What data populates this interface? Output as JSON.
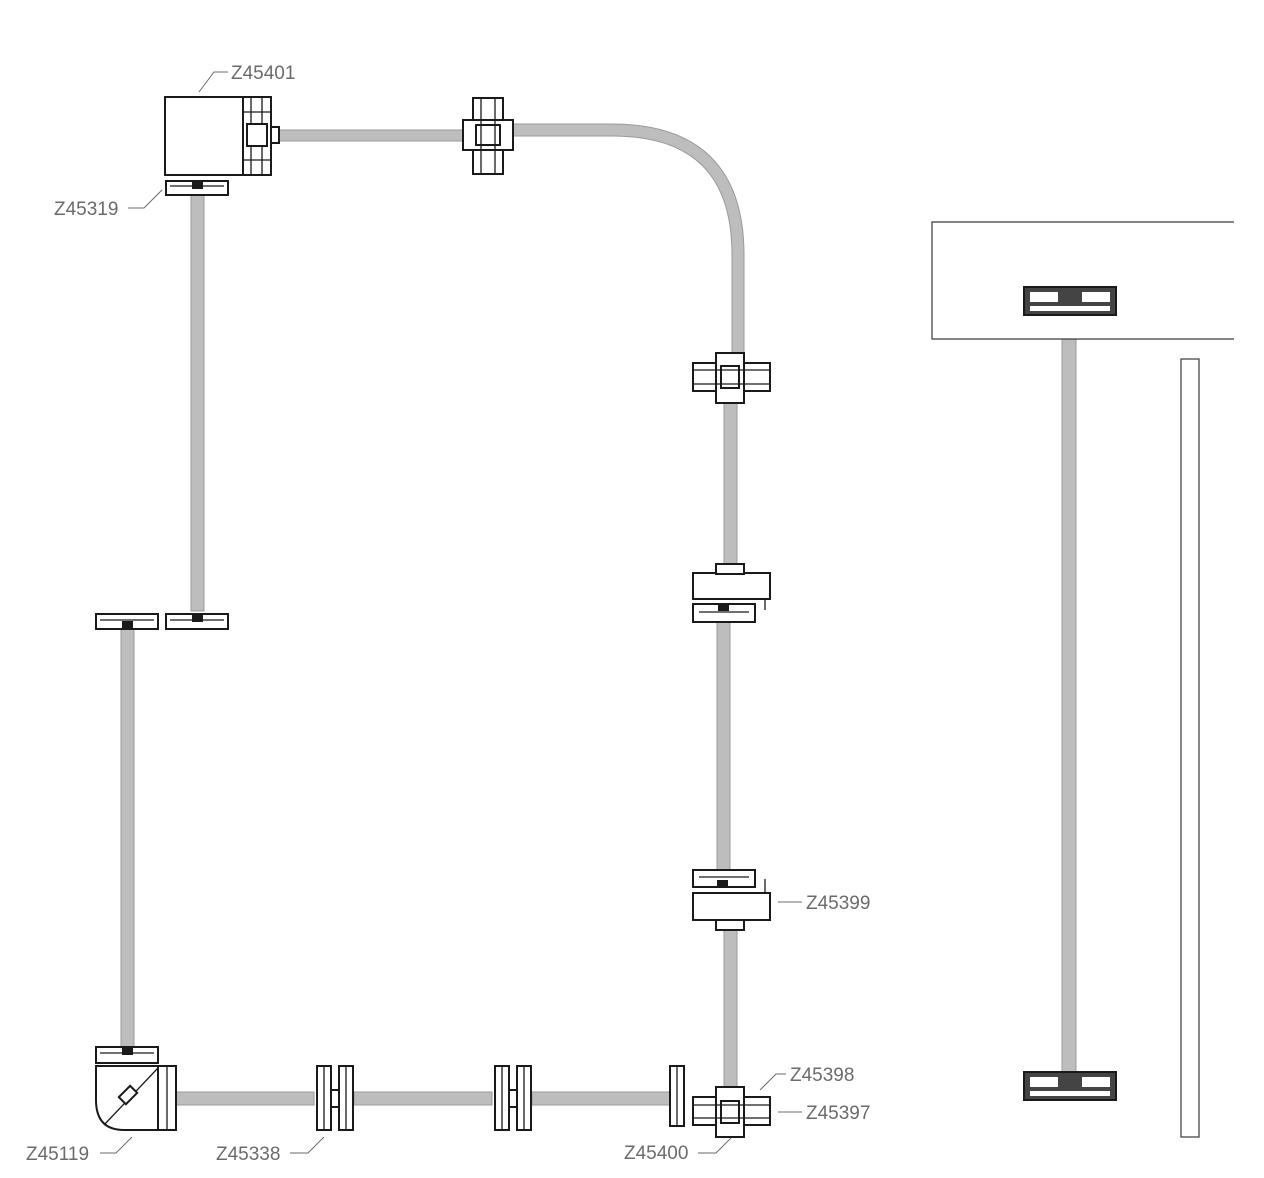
{
  "labels": {
    "z45401": "Z45401",
    "z45319": "Z45319",
    "z45399": "Z45399",
    "z45398": "Z45398",
    "z45397": "Z45397",
    "z45400": "Z45400",
    "z45338": "Z45338",
    "z45119": "Z45119"
  },
  "colors": {
    "glass": "#bdbdbd",
    "profile_stroke": "#1a1a1a",
    "label_text": "#6b6b6b",
    "section_profile": "#444444"
  }
}
